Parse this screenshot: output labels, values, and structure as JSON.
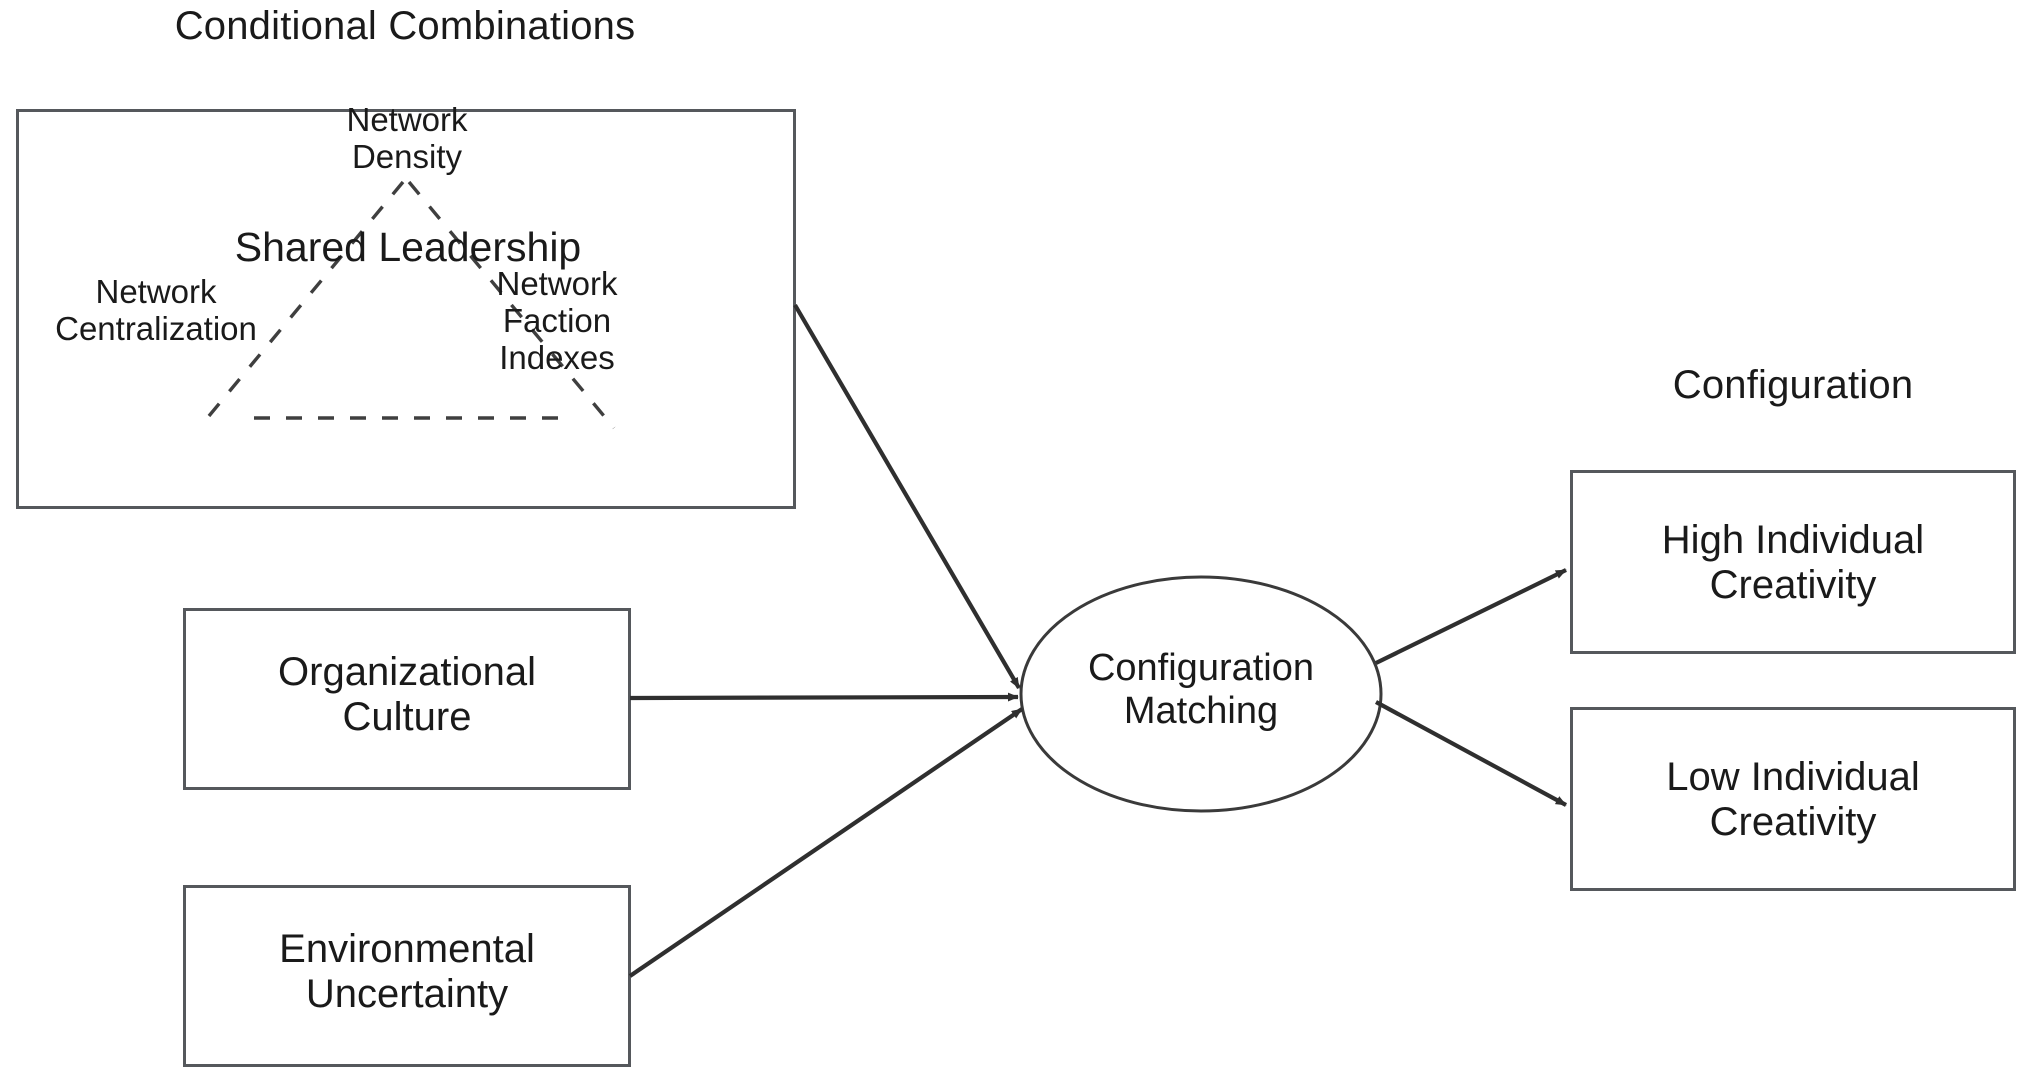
{
  "diagram": {
    "title_left": "Conditional Combinations",
    "title_right": "Configuration",
    "antecedent_group": {
      "label": "Conditional Combinations",
      "center_construct": "Shared Leadership",
      "vertices": [
        {
          "id": "network-density",
          "label": "Network\nDensity"
        },
        {
          "id": "network-centralization",
          "label": "Network\nCentralization"
        },
        {
          "id": "network-faction-indexes",
          "label": "Network\nFaction\nIndexes"
        }
      ]
    },
    "condition_boxes": [
      {
        "id": "organizational-culture",
        "label": "Organizational\nCulture"
      },
      {
        "id": "environmental-uncertainty",
        "label": "Environmental\nUncertainty"
      }
    ],
    "process_node": {
      "id": "configuration-matching",
      "label": "Configuration\nMatching",
      "shape": "ellipse"
    },
    "outcome_boxes": [
      {
        "id": "high-individual-creativity",
        "label": "High Individual\nCreativity"
      },
      {
        "id": "low-individual-creativity",
        "label": "Low Individual\nCreativity"
      }
    ],
    "edges": [
      {
        "id": "edge-shared-leadership-to-matching",
        "from": "conditional-combinations",
        "to": "configuration-matching",
        "style": "solid-arrow"
      },
      {
        "id": "edge-culture-to-matching",
        "from": "organizational-culture",
        "to": "configuration-matching",
        "style": "solid-arrow"
      },
      {
        "id": "edge-uncertainty-to-matching",
        "from": "environmental-uncertainty",
        "to": "configuration-matching",
        "style": "solid-arrow"
      },
      {
        "id": "edge-matching-to-high",
        "from": "configuration-matching",
        "to": "high-individual-creativity",
        "style": "solid-arrow"
      },
      {
        "id": "edge-matching-to-low",
        "from": "configuration-matching",
        "to": "low-individual-creativity",
        "style": "solid-arrow"
      }
    ],
    "triangle": {
      "id": "shared-leadership-triangle",
      "style": "dashed"
    },
    "colors": {
      "stroke": "#55585c",
      "line": "#3a3a3a",
      "text": "#1a1a1a",
      "background": "#ffffff"
    }
  }
}
